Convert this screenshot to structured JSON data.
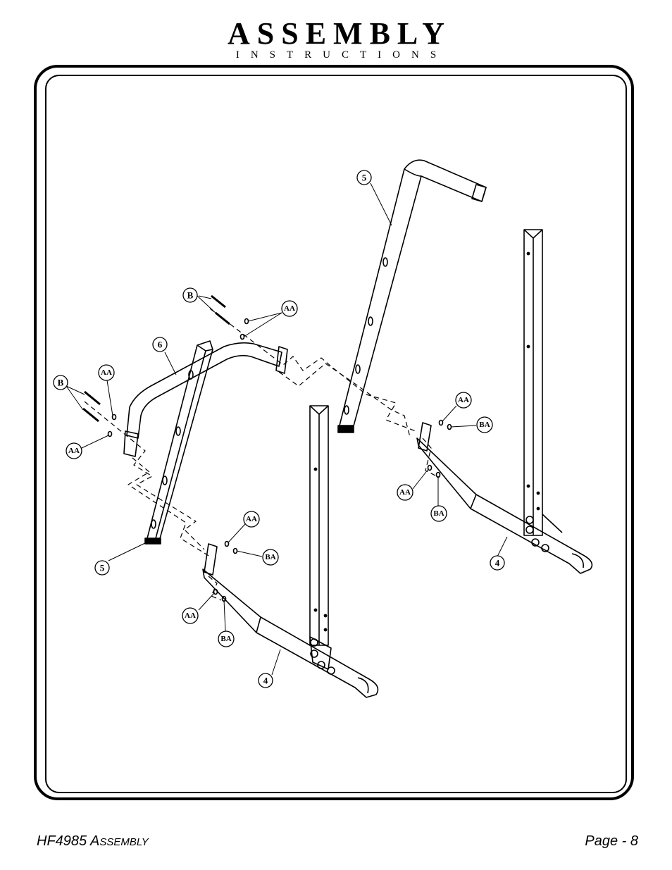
{
  "header": {
    "title": "ASSEMBLY",
    "subtitle": "INSTRUCTIONS"
  },
  "footer": {
    "model": "HF4985",
    "doc_first_letter": "A",
    "doc_rest": "SSEMBLY",
    "page": "Page - 8"
  },
  "callouts": {
    "c5_top": "5",
    "b_top": "B",
    "aa_top": "AA",
    "c6": "6",
    "aa_left_top": "AA",
    "b_left": "B",
    "aa_left_bottom": "AA",
    "aa_right_top": "AA",
    "ba_right_top": "BA",
    "aa_right_mid": "AA",
    "ba_right_mid": "BA",
    "c4_right": "4",
    "aa_center_top": "AA",
    "ba_center_top": "BA",
    "c5_bottom": "5",
    "aa_center_bottom": "AA",
    "ba_center_bottom": "BA",
    "c4_center": "4"
  }
}
